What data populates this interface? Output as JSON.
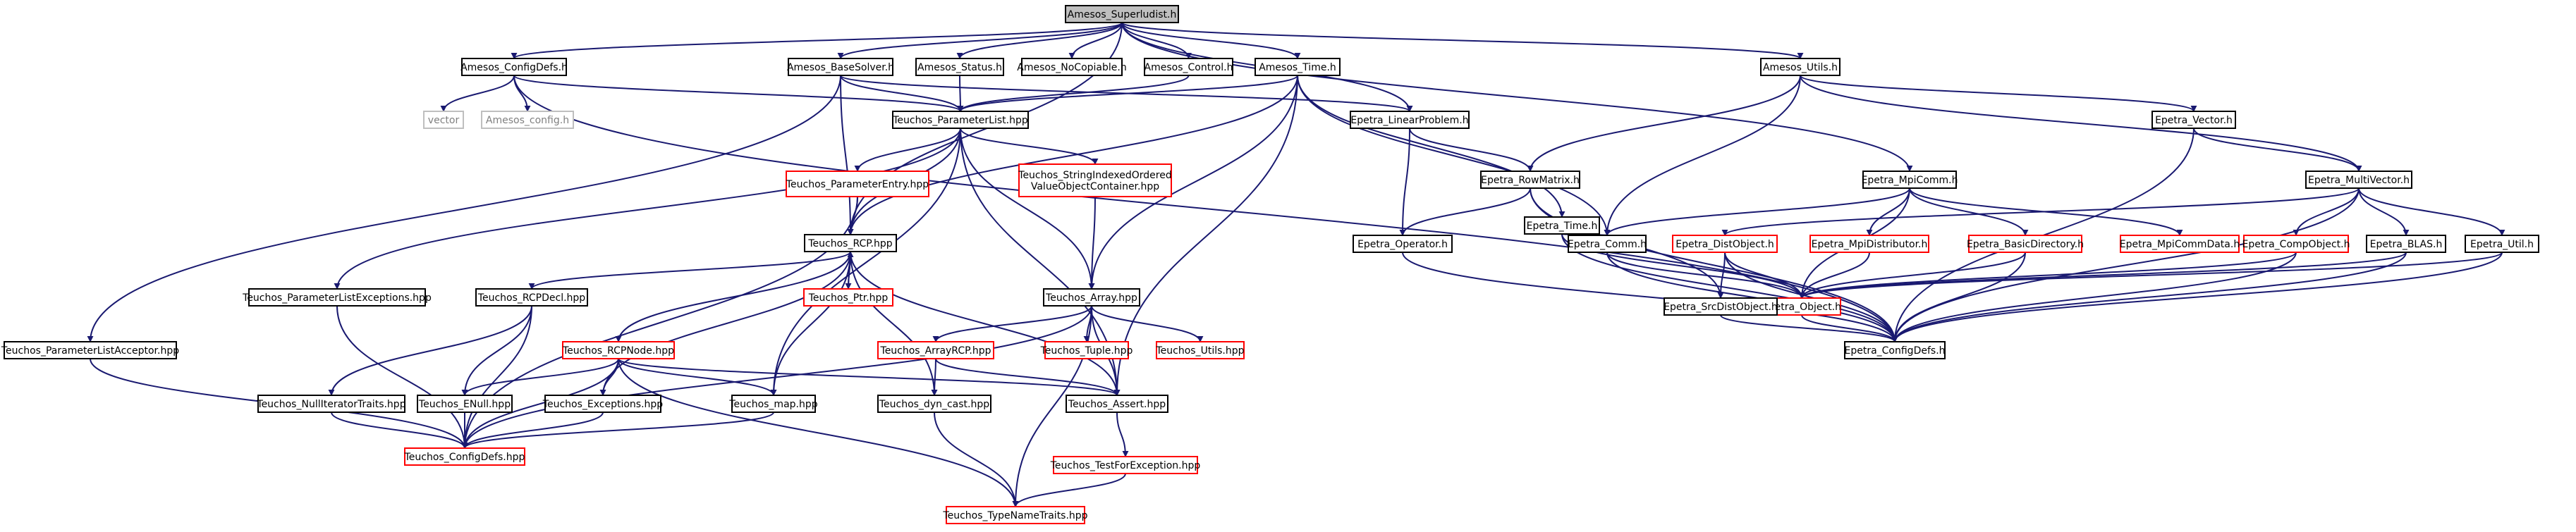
{
  "colors": {
    "root_fill": "#bfbfbf",
    "node_border": "#000000",
    "external_border": "#ff0000",
    "missing_border": "#bfbfbf",
    "missing_text": "#808080",
    "edge": "#191970"
  },
  "nodes": [
    {
      "id": "amesos_superludist",
      "label": "Amesos_Superludist.h",
      "kind": "root"
    },
    {
      "id": "amesos_configdefs",
      "label": "Amesos_ConfigDefs.h",
      "kind": "normal"
    },
    {
      "id": "amesos_basesolver",
      "label": "Amesos_BaseSolver.h",
      "kind": "normal"
    },
    {
      "id": "amesos_status",
      "label": "Amesos_Status.h",
      "kind": "normal"
    },
    {
      "id": "amesos_nocopiable",
      "label": "Amesos_NoCopiable.h",
      "kind": "normal"
    },
    {
      "id": "amesos_control",
      "label": "Amesos_Control.h",
      "kind": "normal"
    },
    {
      "id": "amesos_time",
      "label": "Amesos_Time.h",
      "kind": "normal"
    },
    {
      "id": "amesos_utils",
      "label": "Amesos_Utils.h",
      "kind": "normal"
    },
    {
      "id": "vector",
      "label": "vector",
      "kind": "missing"
    },
    {
      "id": "amesos_config",
      "label": "Amesos_config.h",
      "kind": "missing"
    },
    {
      "id": "teuchos_parameterlist",
      "label": "Teuchos_ParameterList.hpp",
      "kind": "normal"
    },
    {
      "id": "epetra_linearproblem",
      "label": "Epetra_LinearProblem.h",
      "kind": "normal"
    },
    {
      "id": "epetra_vector",
      "label": "Epetra_Vector.h",
      "kind": "normal"
    },
    {
      "id": "teuchos_parameterentry",
      "label": "Teuchos_ParameterEntry.hpp",
      "kind": "external"
    },
    {
      "id": "teuchos_stringindexed",
      "label": "Teuchos_StringIndexedOrdered\nValueObjectContainer.hpp",
      "kind": "external"
    },
    {
      "id": "epetra_rowmatrix",
      "label": "Epetra_RowMatrix.h",
      "kind": "normal"
    },
    {
      "id": "epetra_time",
      "label": "Epetra_Time.h",
      "kind": "normal"
    },
    {
      "id": "epetra_mpicomm",
      "label": "Epetra_MpiComm.h",
      "kind": "normal"
    },
    {
      "id": "epetra_multivector",
      "label": "Epetra_MultiVector.h",
      "kind": "normal"
    },
    {
      "id": "teuchos_rcp",
      "label": "Teuchos_RCP.hpp",
      "kind": "normal"
    },
    {
      "id": "epetra_operator",
      "label": "Epetra_Operator.h",
      "kind": "normal"
    },
    {
      "id": "epetra_comm",
      "label": "Epetra_Comm.h",
      "kind": "normal"
    },
    {
      "id": "epetra_distobject",
      "label": "Epetra_DistObject.h",
      "kind": "external"
    },
    {
      "id": "epetra_mpidistributor",
      "label": "Epetra_MpiDistributor.h",
      "kind": "external"
    },
    {
      "id": "epetra_basicdirectory",
      "label": "Epetra_BasicDirectory.h",
      "kind": "external"
    },
    {
      "id": "epetra_mpicommdata",
      "label": "Epetra_MpiCommData.h",
      "kind": "external"
    },
    {
      "id": "epetra_compobject",
      "label": "Epetra_CompObject.h",
      "kind": "external"
    },
    {
      "id": "epetra_blas",
      "label": "Epetra_BLAS.h",
      "kind": "normal"
    },
    {
      "id": "epetra_util",
      "label": "Epetra_Util.h",
      "kind": "normal"
    },
    {
      "id": "teuchos_parameterlistexceptions",
      "label": "Teuchos_ParameterListExceptions.hpp",
      "kind": "normal"
    },
    {
      "id": "teuchos_rcpdecl",
      "label": "Teuchos_RCPDecl.hpp",
      "kind": "normal"
    },
    {
      "id": "teuchos_ptr",
      "label": "Teuchos_Ptr.hpp",
      "kind": "external"
    },
    {
      "id": "teuchos_array",
      "label": "Teuchos_Array.hpp",
      "kind": "normal"
    },
    {
      "id": "epetra_object",
      "label": "Epetra_Object.h",
      "kind": "external"
    },
    {
      "id": "epetra_srcdistobject",
      "label": "Epetra_SrcDistObject.h",
      "kind": "normal"
    },
    {
      "id": "teuchos_parameterlistacceptor",
      "label": "Teuchos_ParameterListAcceptor.hpp",
      "kind": "normal"
    },
    {
      "id": "teuchos_rcpnode",
      "label": "Teuchos_RCPNode.hpp",
      "kind": "external"
    },
    {
      "id": "teuchos_arrayrcp",
      "label": "Teuchos_ArrayRCP.hpp",
      "kind": "external"
    },
    {
      "id": "teuchos_tuple",
      "label": "Teuchos_Tuple.hpp",
      "kind": "external"
    },
    {
      "id": "teuchos_utils",
      "label": "Teuchos_Utils.hpp",
      "kind": "external"
    },
    {
      "id": "epetra_configdefs",
      "label": "Epetra_ConfigDefs.h",
      "kind": "normal"
    },
    {
      "id": "teuchos_nulliteratortraits",
      "label": "Teuchos_NullIteratorTraits.hpp",
      "kind": "normal"
    },
    {
      "id": "teuchos_enull",
      "label": "Teuchos_ENull.hpp",
      "kind": "normal"
    },
    {
      "id": "teuchos_exceptions",
      "label": "Teuchos_Exceptions.hpp",
      "kind": "normal"
    },
    {
      "id": "teuchos_map",
      "label": "Teuchos_map.hpp",
      "kind": "normal"
    },
    {
      "id": "teuchos_dyn_cast",
      "label": "Teuchos_dyn_cast.hpp",
      "kind": "normal"
    },
    {
      "id": "teuchos_assert",
      "label": "Teuchos_Assert.hpp",
      "kind": "normal"
    },
    {
      "id": "teuchos_configdefs",
      "label": "Teuchos_ConfigDefs.hpp",
      "kind": "external"
    },
    {
      "id": "teuchos_testforexception",
      "label": "Teuchos_TestForException.hpp",
      "kind": "external"
    },
    {
      "id": "teuchos_typenametraits",
      "label": "Teuchos_TypeNameTraits.hpp",
      "kind": "external"
    }
  ],
  "edges": [
    [
      "amesos_superludist",
      "amesos_configdefs"
    ],
    [
      "amesos_superludist",
      "amesos_basesolver"
    ],
    [
      "amesos_superludist",
      "amesos_status"
    ],
    [
      "amesos_superludist",
      "amesos_nocopiable"
    ],
    [
      "amesos_superludist",
      "amesos_control"
    ],
    [
      "amesos_superludist",
      "amesos_time"
    ],
    [
      "amesos_superludist",
      "amesos_utils"
    ],
    [
      "amesos_superludist",
      "teuchos_rcp"
    ],
    [
      "amesos_superludist",
      "epetra_linearproblem"
    ],
    [
      "amesos_superludist",
      "epetra_mpicomm"
    ],
    [
      "amesos_configdefs",
      "vector"
    ],
    [
      "amesos_configdefs",
      "amesos_config"
    ],
    [
      "amesos_configdefs",
      "teuchos_parameterlist"
    ],
    [
      "amesos_configdefs",
      "epetra_configdefs"
    ],
    [
      "amesos_basesolver",
      "teuchos_parameterlist"
    ],
    [
      "amesos_basesolver",
      "teuchos_parameterlistacceptor"
    ],
    [
      "amesos_basesolver",
      "teuchos_rcp"
    ],
    [
      "amesos_basesolver",
      "epetra_linearproblem"
    ],
    [
      "amesos_status",
      "teuchos_parameterlist"
    ],
    [
      "amesos_control",
      "teuchos_parameterlist"
    ],
    [
      "amesos_time",
      "teuchos_parameterlist"
    ],
    [
      "amesos_time",
      "teuchos_rcp"
    ],
    [
      "amesos_time",
      "epetra_time"
    ],
    [
      "amesos_time",
      "epetra_comm"
    ],
    [
      "amesos_time",
      "teuchos_array"
    ],
    [
      "amesos_time",
      "teuchos_assert"
    ],
    [
      "amesos_utils",
      "epetra_rowmatrix"
    ],
    [
      "amesos_utils",
      "epetra_vector"
    ],
    [
      "amesos_utils",
      "epetra_multivector"
    ],
    [
      "amesos_utils",
      "epetra_comm"
    ],
    [
      "teuchos_parameterlist",
      "teuchos_parameterentry"
    ],
    [
      "teuchos_parameterlist",
      "teuchos_stringindexed"
    ],
    [
      "teuchos_parameterlist",
      "teuchos_parameterlistexceptions"
    ],
    [
      "teuchos_parameterlist",
      "teuchos_rcp"
    ],
    [
      "teuchos_parameterlist",
      "teuchos_array"
    ],
    [
      "teuchos_parameterlist",
      "teuchos_map"
    ],
    [
      "teuchos_parameterlist",
      "teuchos_assert"
    ],
    [
      "teuchos_parameterentry",
      "teuchos_rcp"
    ],
    [
      "teuchos_parameterentry",
      "teuchos_configdefs"
    ],
    [
      "teuchos_stringindexed",
      "teuchos_array"
    ],
    [
      "epetra_linearproblem",
      "epetra_rowmatrix"
    ],
    [
      "epetra_linearproblem",
      "epetra_operator"
    ],
    [
      "epetra_rowmatrix",
      "epetra_operator"
    ],
    [
      "epetra_rowmatrix",
      "epetra_srcdistobject"
    ],
    [
      "epetra_rowmatrix",
      "epetra_configdefs"
    ],
    [
      "epetra_operator",
      "epetra_configdefs"
    ],
    [
      "epetra_time",
      "epetra_comm"
    ],
    [
      "epetra_time",
      "epetra_object"
    ],
    [
      "epetra_time",
      "epetra_configdefs"
    ],
    [
      "epetra_mpicomm",
      "epetra_comm"
    ],
    [
      "epetra_mpicomm",
      "epetra_mpidistributor"
    ],
    [
      "epetra_mpicomm",
      "epetra_basicdirectory"
    ],
    [
      "epetra_mpicomm",
      "epetra_mpicommdata"
    ],
    [
      "epetra_mpicomm",
      "epetra_object"
    ],
    [
      "epetra_vector",
      "epetra_multivector"
    ],
    [
      "epetra_vector",
      "epetra_configdefs"
    ],
    [
      "epetra_multivector",
      "epetra_distobject"
    ],
    [
      "epetra_multivector",
      "epetra_compobject"
    ],
    [
      "epetra_multivector",
      "epetra_blas"
    ],
    [
      "epetra_multivector",
      "epetra_util"
    ],
    [
      "epetra_multivector",
      "epetra_configdefs"
    ],
    [
      "epetra_comm",
      "epetra_object"
    ],
    [
      "epetra_comm",
      "epetra_configdefs"
    ],
    [
      "epetra_distobject",
      "epetra_srcdistobject"
    ],
    [
      "epetra_distobject",
      "epetra_object"
    ],
    [
      "epetra_distobject",
      "epetra_configdefs"
    ],
    [
      "epetra_mpidistributor",
      "epetra_object"
    ],
    [
      "epetra_basicdirectory",
      "epetra_object"
    ],
    [
      "epetra_basicdirectory",
      "epetra_configdefs"
    ],
    [
      "epetra_compobject",
      "epetra_object"
    ],
    [
      "epetra_compobject",
      "epetra_configdefs"
    ],
    [
      "epetra_blas",
      "epetra_object"
    ],
    [
      "epetra_blas",
      "epetra_configdefs"
    ],
    [
      "epetra_util",
      "epetra_object"
    ],
    [
      "epetra_util",
      "epetra_configdefs"
    ],
    [
      "epetra_object",
      "epetra_configdefs"
    ],
    [
      "epetra_srcdistobject",
      "epetra_configdefs"
    ],
    [
      "teuchos_rcp",
      "teuchos_rcpdecl"
    ],
    [
      "teuchos_rcp",
      "teuchos_ptr"
    ],
    [
      "teuchos_rcp",
      "teuchos_rcpnode"
    ],
    [
      "teuchos_rcp",
      "teuchos_exceptions"
    ],
    [
      "teuchos_rcp",
      "teuchos_map"
    ],
    [
      "teuchos_rcp",
      "teuchos_dyn_cast"
    ],
    [
      "teuchos_rcp",
      "teuchos_assert"
    ],
    [
      "teuchos_ptr",
      "teuchos_rcp"
    ],
    [
      "teuchos_rcpdecl",
      "teuchos_nulliteratortraits"
    ],
    [
      "teuchos_rcpdecl",
      "teuchos_enull"
    ],
    [
      "teuchos_rcpdecl",
      "teuchos_configdefs"
    ],
    [
      "teuchos_rcpnode",
      "teuchos_enull"
    ],
    [
      "teuchos_rcpnode",
      "teuchos_exceptions"
    ],
    [
      "teuchos_rcpnode",
      "teuchos_map"
    ],
    [
      "teuchos_rcpnode",
      "teuchos_assert"
    ],
    [
      "teuchos_rcpnode",
      "teuchos_typenametraits"
    ],
    [
      "teuchos_rcpnode",
      "teuchos_configdefs"
    ],
    [
      "teuchos_array",
      "teuchos_arrayrcp"
    ],
    [
      "teuchos_array",
      "teuchos_tuple"
    ],
    [
      "teuchos_array",
      "teuchos_utils"
    ],
    [
      "teuchos_array",
      "teuchos_assert"
    ],
    [
      "teuchos_array",
      "teuchos_typenametraits"
    ],
    [
      "teuchos_array",
      "teuchos_configdefs"
    ],
    [
      "teuchos_arrayrcp",
      "teuchos_dyn_cast"
    ],
    [
      "teuchos_arrayrcp",
      "teuchos_assert"
    ],
    [
      "teuchos_parameterlistexceptions",
      "teuchos_configdefs"
    ],
    [
      "teuchos_parameterlistacceptor",
      "teuchos_configdefs"
    ],
    [
      "teuchos_nulliteratortraits",
      "teuchos_configdefs"
    ],
    [
      "teuchos_enull",
      "teuchos_configdefs"
    ],
    [
      "teuchos_exceptions",
      "teuchos_configdefs"
    ],
    [
      "teuchos_map",
      "teuchos_configdefs"
    ],
    [
      "teuchos_dyn_cast",
      "teuchos_typenametraits"
    ],
    [
      "teuchos_assert",
      "teuchos_testforexception"
    ],
    [
      "teuchos_testforexception",
      "teuchos_typenametraits"
    ]
  ]
}
